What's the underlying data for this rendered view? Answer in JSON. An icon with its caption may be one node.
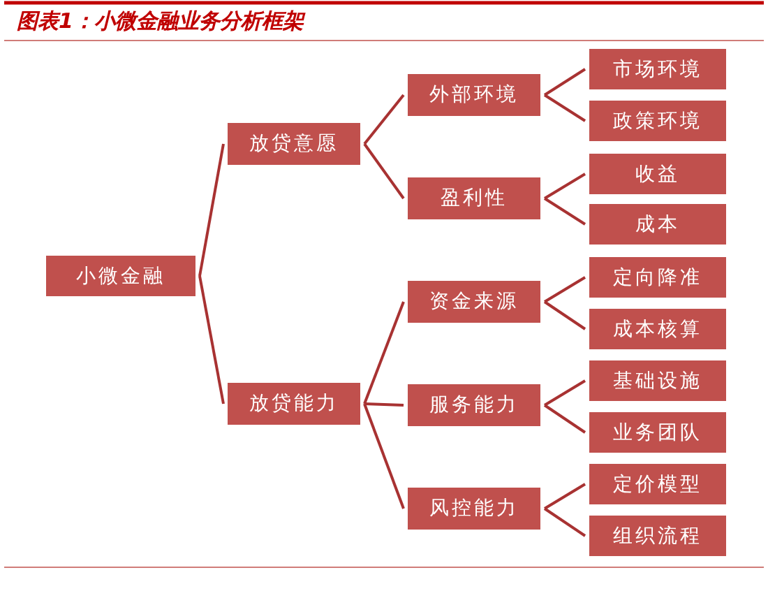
{
  "diagram": {
    "title": "图表1：小微金融业务分析框架",
    "nodes": [
      {
        "text": [
          "小微金融"
        ]
      },
      {
        "text": [
          "放贷意愿"
        ]
      },
      {
        "text": [
          "放贷能力"
        ]
      },
      {
        "text": [
          "外部环境"
        ]
      },
      {
        "text": [
          "盈利性"
        ]
      },
      {
        "text": [
          "资金来源"
        ]
      },
      {
        "text": [
          "服务能力"
        ]
      },
      {
        "text": [
          "风控能力"
        ]
      },
      {
        "text": [
          "市场环境"
        ]
      },
      {
        "text": [
          "政策环境"
        ]
      },
      {
        "text": [
          "收益"
        ]
      },
      {
        "text": [
          "成本"
        ]
      },
      {
        "text": [
          "定向降准"
        ]
      },
      {
        "text": [
          "成本核算"
        ]
      },
      {
        "text": [
          "基础设施"
        ]
      },
      {
        "text": [
          "业务团队"
        ]
      },
      {
        "text": [
          "定价模型"
        ]
      },
      {
        "text": [
          "组织流程"
        ]
      }
    ],
    "edges": [
      {
        "from": 0,
        "to": 1,
        "arrow": "none"
      },
      {
        "from": 0,
        "to": 2,
        "arrow": "none"
      },
      {
        "from": 1,
        "to": 3,
        "arrow": "none"
      },
      {
        "from": 1,
        "to": 4,
        "arrow": "none"
      },
      {
        "from": 2,
        "to": 5,
        "arrow": "none"
      },
      {
        "from": 2,
        "to": 6,
        "arrow": "none"
      },
      {
        "from": 2,
        "to": 7,
        "arrow": "none"
      },
      {
        "from": 3,
        "to": 8,
        "arrow": "none"
      },
      {
        "from": 3,
        "to": 9,
        "arrow": "none"
      },
      {
        "from": 4,
        "to": 10,
        "arrow": "none"
      },
      {
        "from": 4,
        "to": 11,
        "arrow": "none"
      },
      {
        "from": 5,
        "to": 12,
        "arrow": "none"
      },
      {
        "from": 5,
        "to": 13,
        "arrow": "none"
      },
      {
        "from": 6,
        "to": 14,
        "arrow": "none"
      },
      {
        "from": 6,
        "to": 15,
        "arrow": "none"
      },
      {
        "from": 7,
        "to": 16,
        "arrow": "none"
      },
      {
        "from": 7,
        "to": 17,
        "arrow": "none"
      }
    ]
  }
}
